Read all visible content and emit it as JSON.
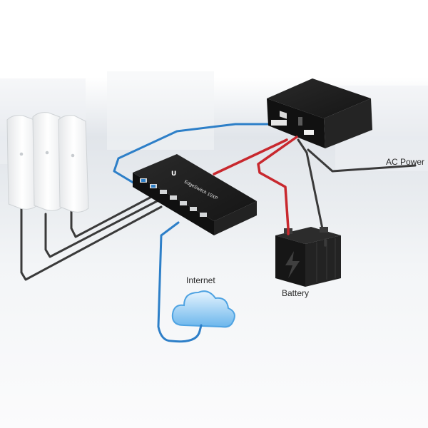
{
  "labels": {
    "ac_power": "AC Power",
    "internet": "Internet",
    "battery": "Battery"
  },
  "devices": {
    "switch_brand_mark": "U",
    "switch_model": "EdgeSwitch 10XP"
  },
  "colors": {
    "background_top": "#ffffff",
    "background_mid": "#dfe3e8",
    "floor": "#f1f3f5",
    "device_black": "#1c1c1c",
    "cable_blue": "#2d7fc8",
    "cable_red": "#c8282e",
    "cable_dark": "#3a3a3a",
    "cloud_light": "#d9eefc",
    "cloud_blue": "#56a9e6",
    "antenna_white": "#f7f7f7"
  },
  "icons": {
    "cloud": "internet-cloud-icon",
    "battery": "battery-icon",
    "lightning": "lightning-bolt-icon",
    "antenna": "radio-antenna-icon"
  }
}
